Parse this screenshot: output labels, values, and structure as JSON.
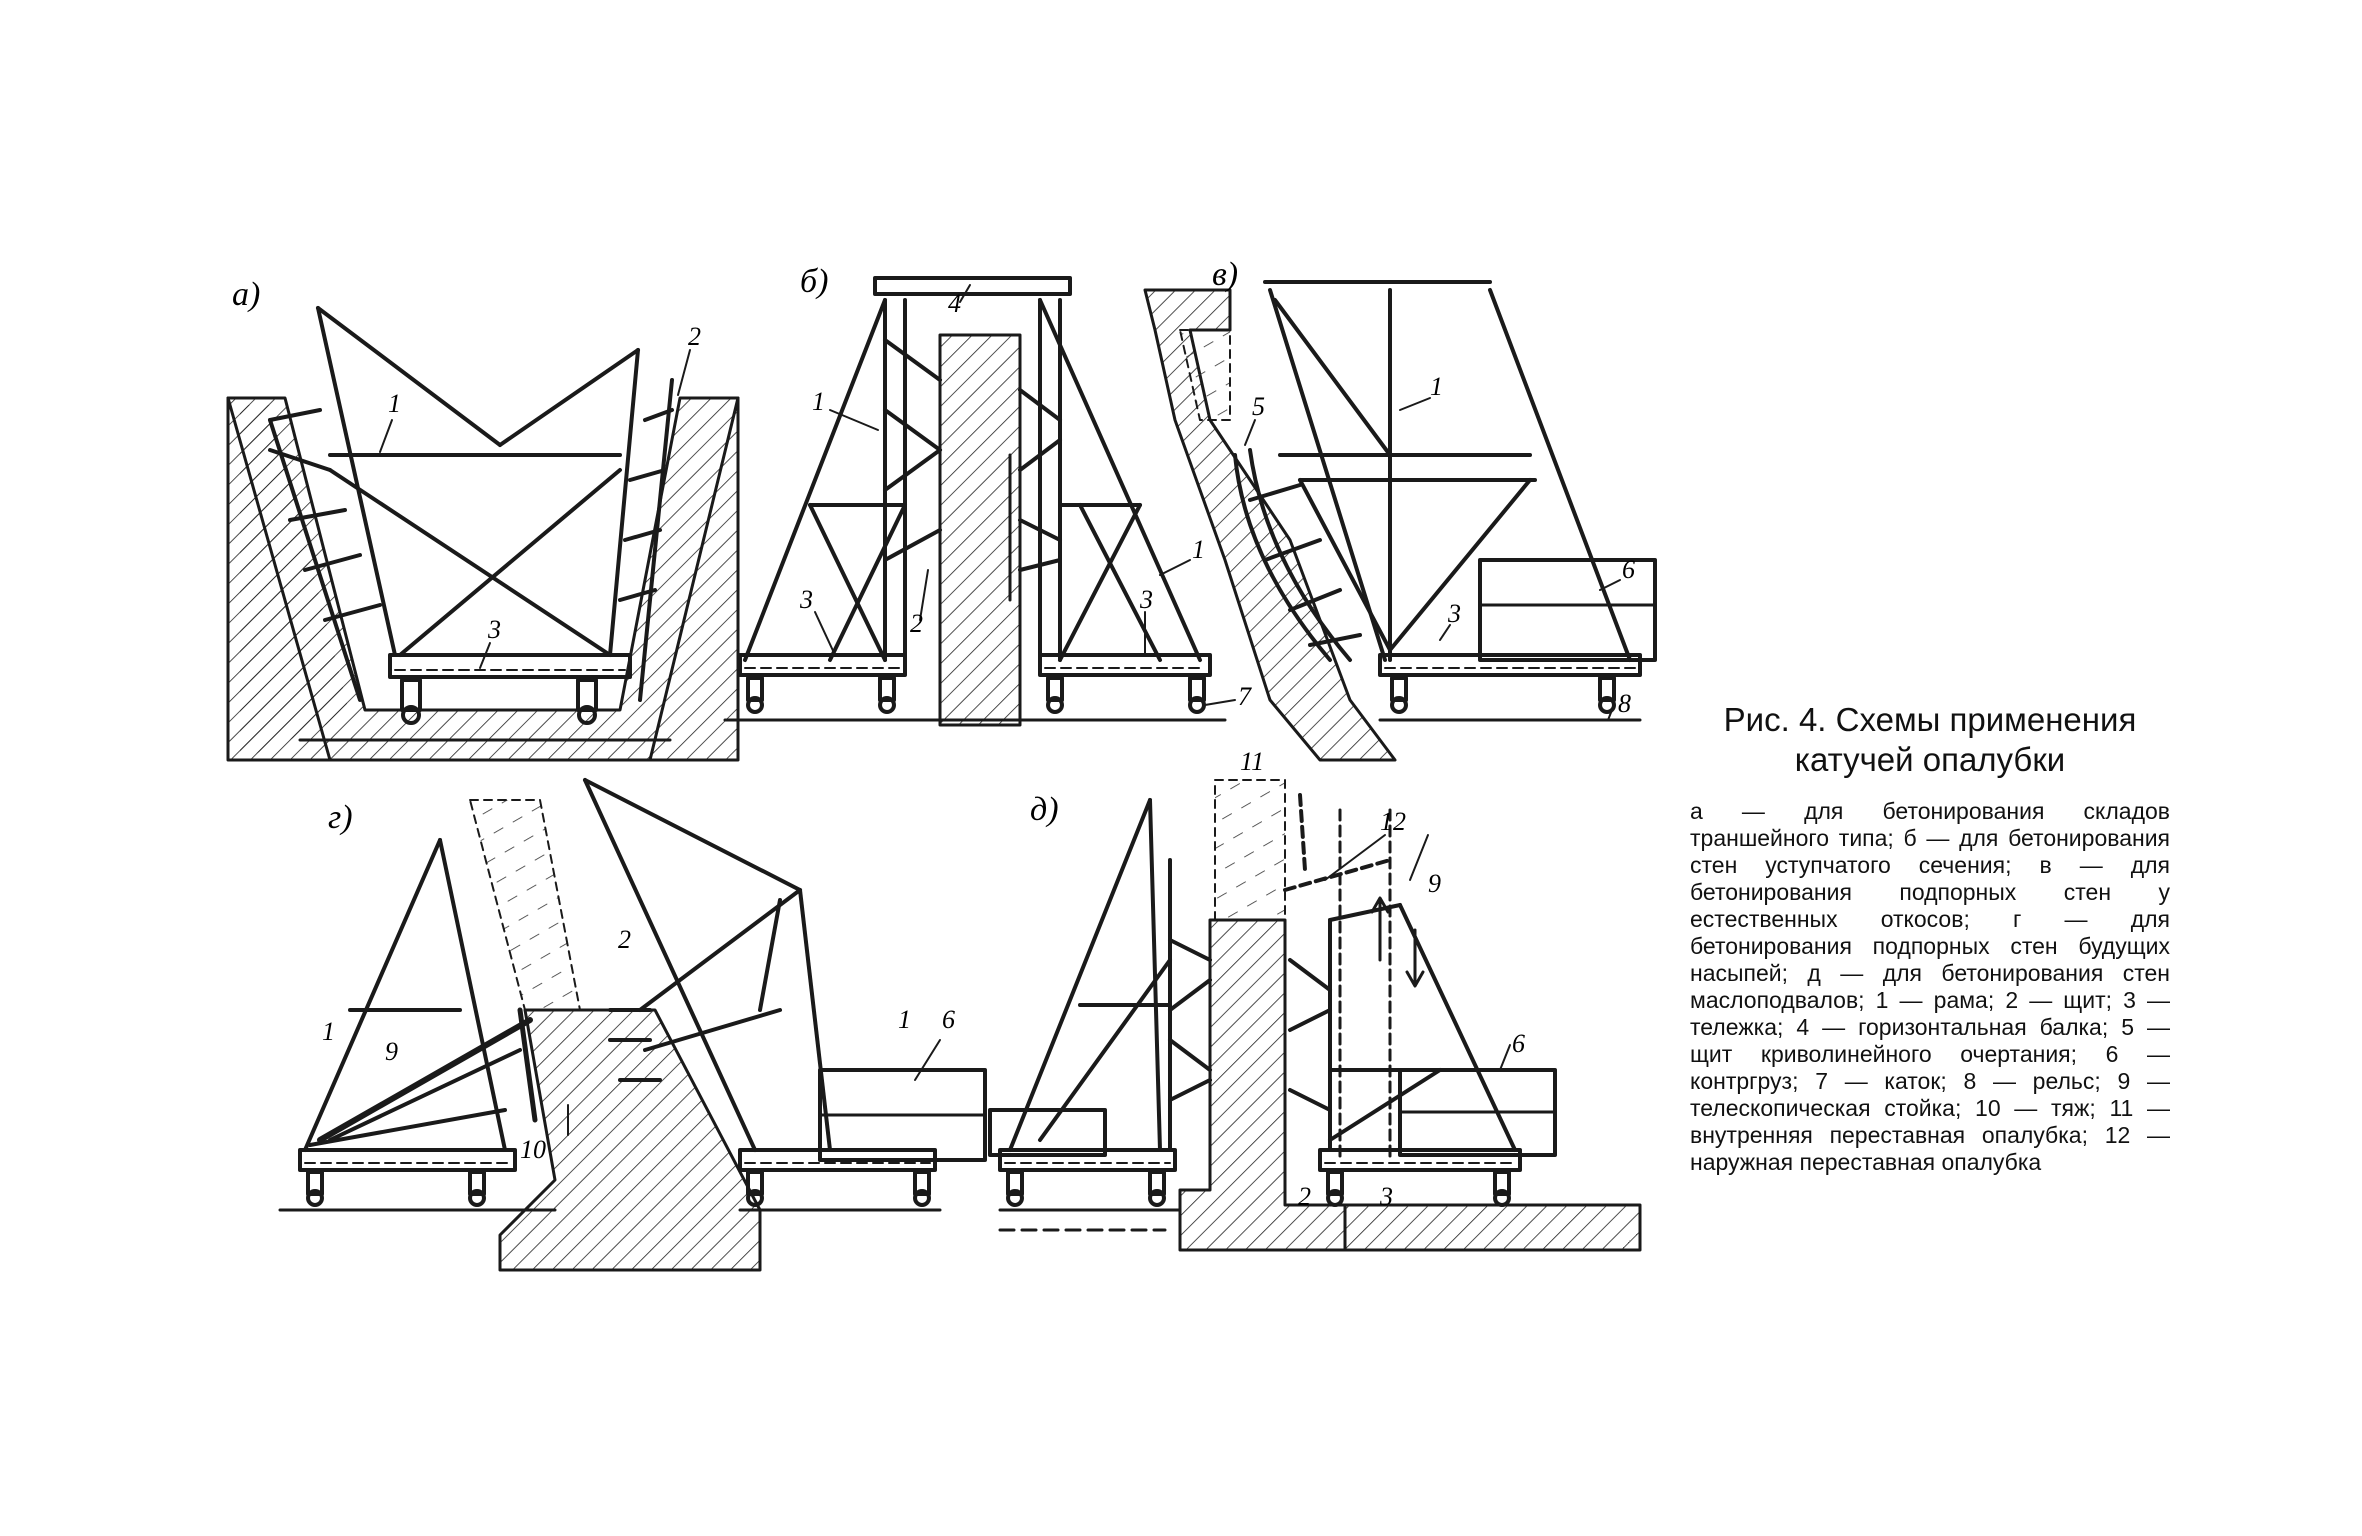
{
  "panels": [
    {
      "key": "a",
      "label": "а)"
    },
    {
      "key": "b",
      "label": "б)"
    },
    {
      "key": "v",
      "label": "в)"
    },
    {
      "key": "g",
      "label": "г)"
    },
    {
      "key": "d",
      "label": "д)"
    }
  ],
  "callouts": {
    "a_1": "1",
    "a_2": "2",
    "a_3": "3",
    "b_4": "4",
    "b_1l": "1",
    "b_1r": "1",
    "b_2": "2",
    "b_3l": "3",
    "b_3r": "3",
    "b_7": "7",
    "v_1": "1",
    "v_5": "5",
    "v_6": "6",
    "v_3": "3",
    "v_8": "8",
    "g_1l": "1",
    "g_9": "9",
    "g_2": "2",
    "g_10": "10",
    "g_1r": "1",
    "g_6": "6",
    "d_11": "11",
    "d_12": "12",
    "d_9": "9",
    "d_6": "6",
    "d_2": "2",
    "d_3": "3"
  },
  "caption": {
    "title_line1": "Рис. 4. Схемы  применения",
    "title_line2": "катучей опалубки",
    "body": "а — для бетонирования складов траншейного типа; б — для бетонирования стен уступчатого сечения; в — для бетонирования подпорных стен у естественных откосов; г — для бетонирования подпорных стен будущих насыпей; д — для бетонирования стен маслоподвалов; 1 — рама; 2 — щит; 3 — тележка; 4 — горизонтальная балка; 5 — щит криволинейного очертания; 6 — контргруз; 7 — каток; 8 — рельс; 9 — телескопическая стойка; 10 — тяж; 11 — внутренняя переставная опалубка; 12 — наружная переставная опалубка"
  }
}
